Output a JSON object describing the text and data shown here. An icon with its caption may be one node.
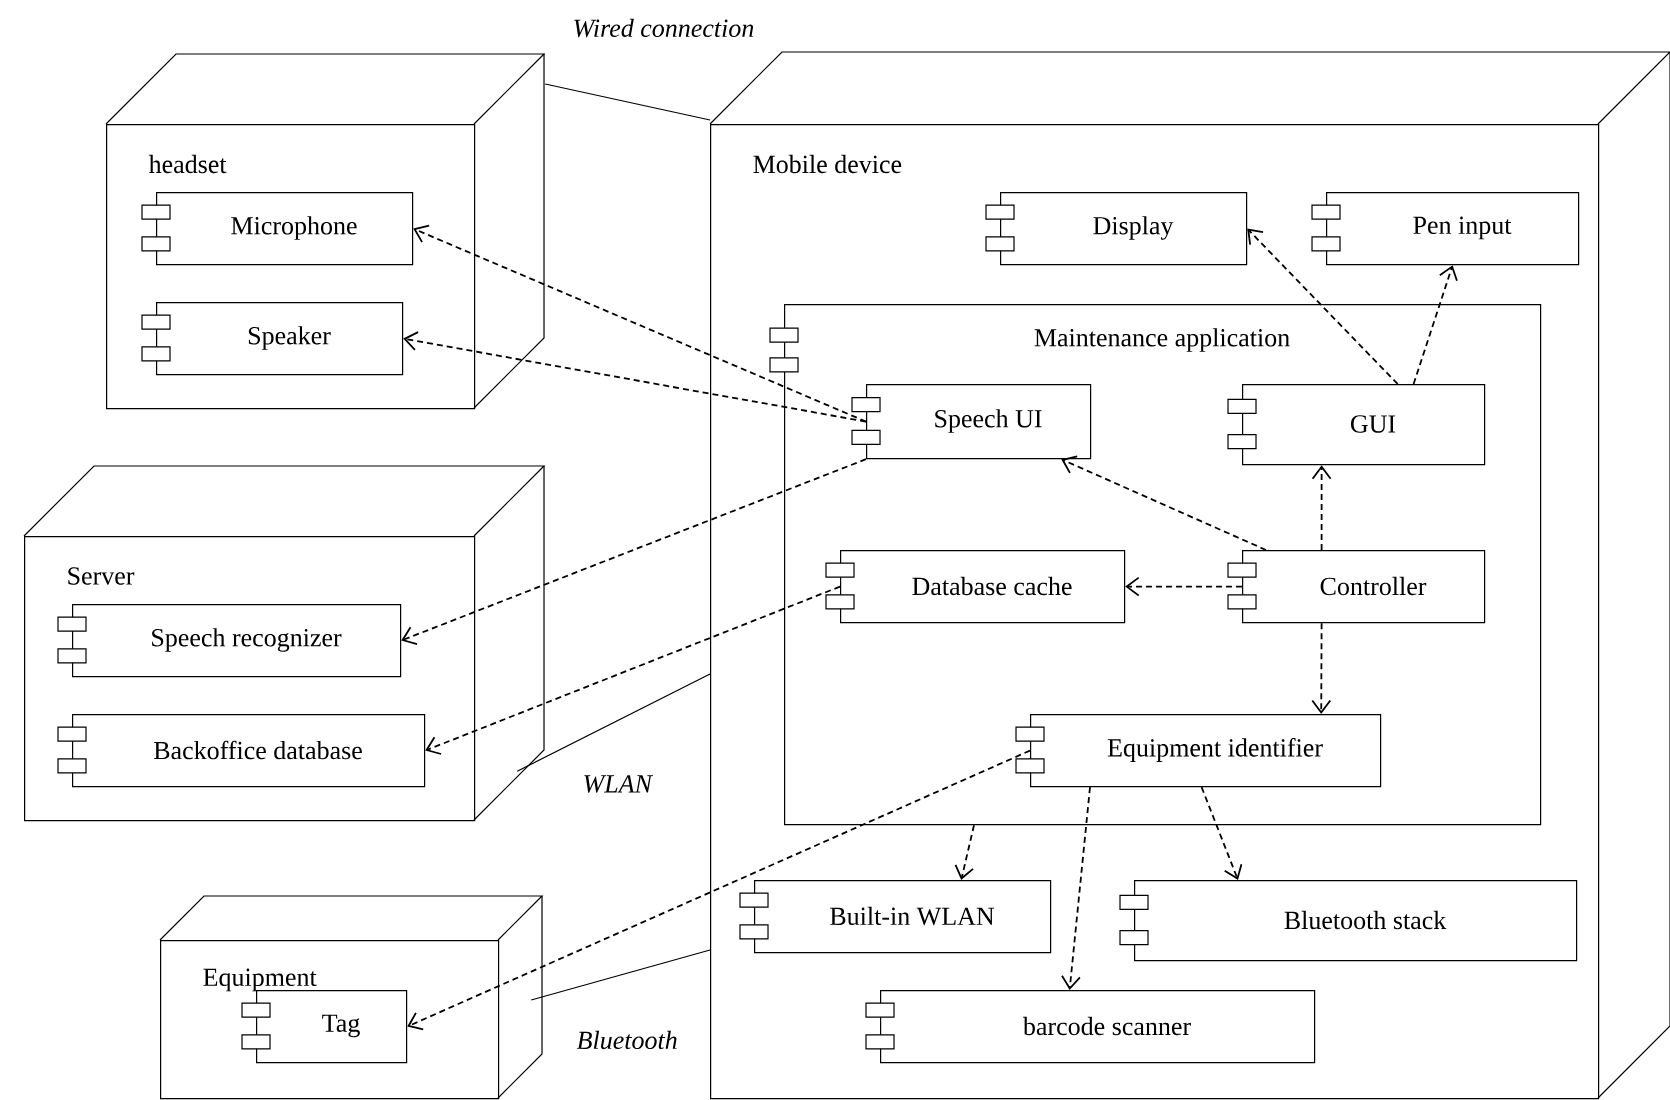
{
  "diagram": {
    "nodes": [
      {
        "text": [
          "headset"
        ]
      },
      {
        "text": [
          "Microphone"
        ],
        "in": 0
      },
      {
        "text": [
          "Speaker"
        ],
        "in": 0
      },
      {
        "text": [
          "Server"
        ]
      },
      {
        "text": [
          "Speech recognizer"
        ],
        "in": 3
      },
      {
        "text": [
          "Backoffice database"
        ],
        "in": 3
      },
      {
        "text": [
          "Equipment"
        ]
      },
      {
        "text": [
          "Tag"
        ],
        "in": 6
      },
      {
        "text": [
          "Mobile device"
        ]
      },
      {
        "text": [
          "Display"
        ],
        "in": 8
      },
      {
        "text": [
          "Pen input"
        ],
        "in": 8
      },
      {
        "text": [
          "Maintenance application"
        ],
        "in": 8
      },
      {
        "text": [
          "Speech UI"
        ],
        "in": 11
      },
      {
        "text": [
          "GUI"
        ],
        "in": 11
      },
      {
        "text": [
          "Database cache"
        ],
        "in": 11
      },
      {
        "text": [
          "Controller"
        ],
        "in": 11
      },
      {
        "text": [
          "Equipment identifier"
        ],
        "in": 11
      },
      {
        "text": [
          "Built-in WLAN"
        ],
        "in": 8
      },
      {
        "text": [
          "Bluetooth stack"
        ],
        "in": 8
      },
      {
        "text": [
          "barcode scanner"
        ],
        "in": 8
      }
    ],
    "edges": [
      {
        "from": 0,
        "to": 8,
        "arrow": "none",
        "label": "Wired connection"
      },
      {
        "from": 3,
        "to": 8,
        "arrow": "none",
        "label": "WLAN"
      },
      {
        "from": 6,
        "to": 8,
        "arrow": "none",
        "label": "Bluetooth"
      },
      {
        "from": 12,
        "to": 1,
        "arrow": "to",
        "style": "dashed"
      },
      {
        "from": 12,
        "to": 2,
        "arrow": "to",
        "style": "dashed"
      },
      {
        "from": 12,
        "to": 4,
        "arrow": "to",
        "style": "dashed"
      },
      {
        "from": 14,
        "to": 5,
        "arrow": "to",
        "style": "dashed"
      },
      {
        "from": 13,
        "to": 9,
        "arrow": "to",
        "style": "dashed"
      },
      {
        "from": 13,
        "to": 10,
        "arrow": "to",
        "style": "dashed"
      },
      {
        "from": 15,
        "to": 12,
        "arrow": "to",
        "style": "dashed"
      },
      {
        "from": 15,
        "to": 13,
        "arrow": "to",
        "style": "dashed"
      },
      {
        "from": 15,
        "to": 14,
        "arrow": "to",
        "style": "dashed"
      },
      {
        "from": 15,
        "to": 16,
        "arrow": "to",
        "style": "dashed"
      },
      {
        "from": 16,
        "to": 7,
        "arrow": "to",
        "style": "dashed"
      },
      {
        "from": 11,
        "to": 17,
        "arrow": "to",
        "style": "dashed"
      },
      {
        "from": 16,
        "to": 18,
        "arrow": "to",
        "style": "dashed"
      },
      {
        "from": 16,
        "to": 19,
        "arrow": "to",
        "style": "dashed"
      }
    ]
  }
}
